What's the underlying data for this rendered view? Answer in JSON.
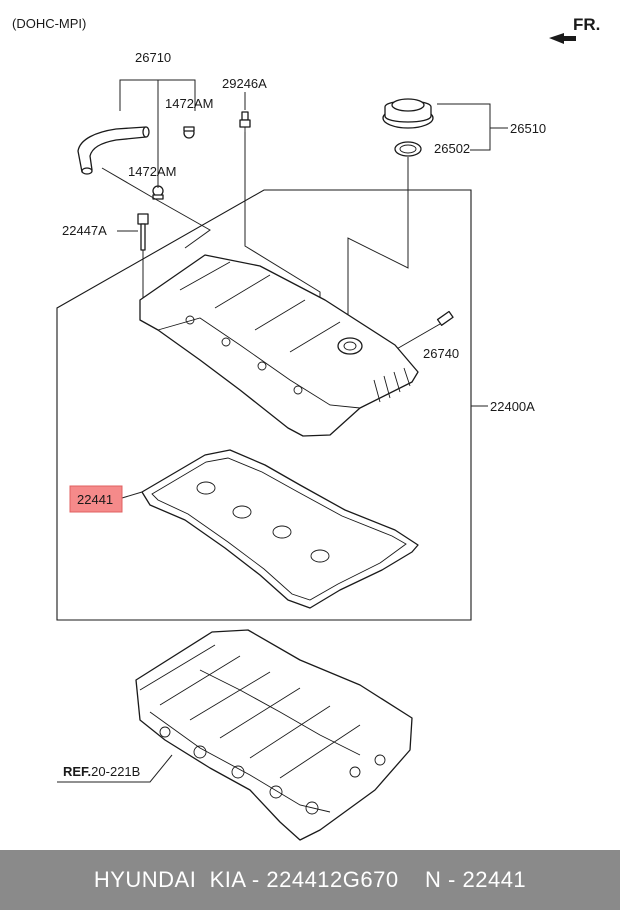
{
  "header": {
    "variant": "(DOHC-MPI)",
    "direction": "FR."
  },
  "callouts": {
    "hose": "26710",
    "clamp_upper": "1472AM",
    "clamp_lower": "1472AM",
    "pcv_valve": "29246A",
    "bolt": "22447A",
    "oil_cap": "26510",
    "cap_seal": "26502",
    "pipe": "26740",
    "cover_assy": "22400A",
    "gasket": "22441"
  },
  "reference": {
    "prefix": "REF.",
    "number": "20-221B"
  },
  "footer": {
    "brand": "HYUNDAI  KIA - 224412G670",
    "part_number": "N - 22441"
  },
  "colors": {
    "highlight_fill": "#f58a8a",
    "highlight_border": "#e06060",
    "footer_bg": "#8a8a8a",
    "footer_text": "#ffffff"
  }
}
